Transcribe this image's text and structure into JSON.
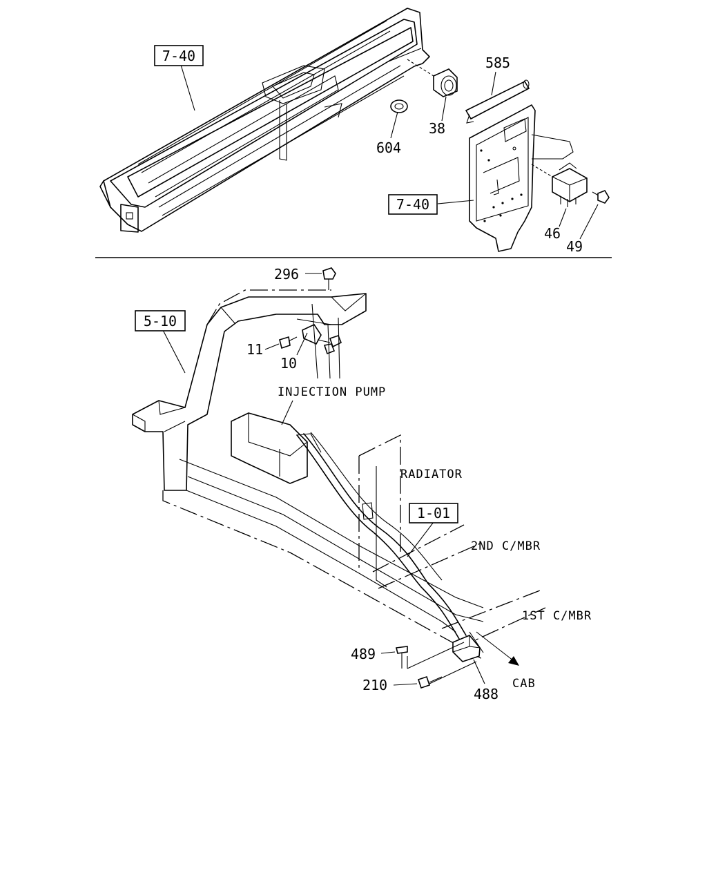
{
  "upper": {
    "refs": {
      "dash_panel_ref": "7-40",
      "bracket_panel_ref": "7-40"
    },
    "callouts": {
      "p585": "585",
      "p38": "38",
      "p604": "604",
      "p46": "46",
      "p49": "49"
    }
  },
  "lower": {
    "refs": {
      "frame_ref": "5-10",
      "harness_ref": "1-01"
    },
    "callouts": {
      "p296": "296",
      "p11": "11",
      "p10": "10",
      "p489": "489",
      "p210": "210",
      "p488": "488"
    },
    "labels": {
      "injection_pump": "INJECTION PUMP",
      "radiator": "RADIATOR",
      "second_crossmember": "2ND C/MBR",
      "first_crossmember": "1ST C/MBR",
      "cab": "CAB"
    }
  }
}
